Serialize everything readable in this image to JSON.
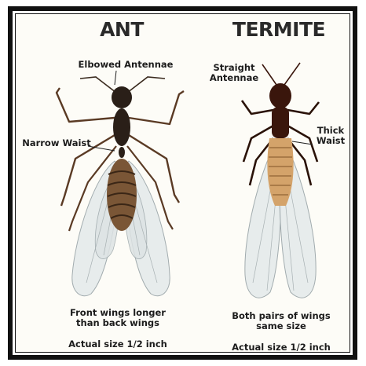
{
  "ant": {
    "title": "ANT",
    "antenna_label": "Elbowed Antennae",
    "waist_label": "Narrow Waist",
    "wings_label": "Front wings longer\nthan back wings",
    "size_label": "Actual size 1/2 inch"
  },
  "termite": {
    "title": "TERMITE",
    "antenna_label": "Straight\nAntennae",
    "waist_label": "Thick\nWaist",
    "wings_label": "Both pairs of wings\nsame size",
    "size_label": "Actual size 1/2 inch"
  },
  "colors": {
    "frame": "#111111",
    "ant_body": "#2a1f18",
    "ant_abdomen": "#7a5636",
    "termite_head": "#3a160c",
    "termite_abdomen": "#d4a36a",
    "wing": "#e6ebec"
  }
}
